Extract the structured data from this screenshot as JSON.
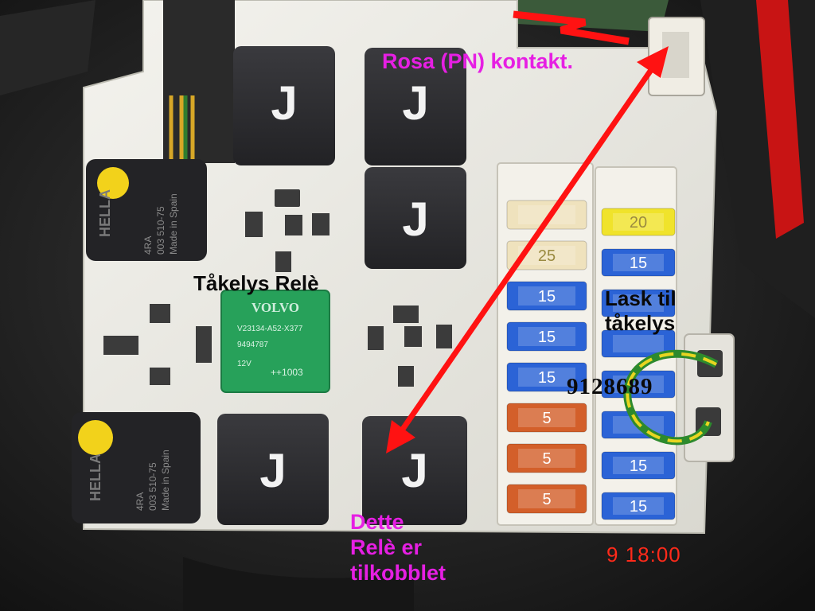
{
  "colors": {
    "magenta_label": "#e61fe3",
    "black_label": "#0a0a0a",
    "timestamp": "#ff2a1a",
    "arrow": "#ff1212",
    "board": "#ecebe4",
    "relay": "#2b2b2e",
    "volvo_relay": "#27a15a",
    "marker_dot": "#f2d21b"
  },
  "labels": {
    "rosa_contact": "Rosa (PN) kontakt.",
    "fog_relay": "Tåkelys Relè",
    "jumper": {
      "line1": "Lask til",
      "line2": "tåkelys"
    },
    "part_number": "9128689",
    "connected_relay": {
      "line1": "Dette",
      "line2": "Relè er",
      "line3": "tilkobblet"
    },
    "timestamp": "9 18:00"
  },
  "relay_prints": {
    "hella": {
      "brand": "HELLA",
      "code": "4RA",
      "number": "003 510-75",
      "origin": "Made in Spain"
    },
    "volvo": {
      "brand": "VOLVO",
      "model": "V23134-A52-X377",
      "number": "9494787",
      "voltage": "12V",
      "mark": "++1003"
    },
    "black_relay_glyph": "J"
  },
  "fuses": {
    "left_column": [
      {
        "rating": "",
        "color": "#efe2bd"
      },
      {
        "rating": "25",
        "color": "#efe2bd"
      },
      {
        "rating": "15",
        "color": "#2b63d6"
      },
      {
        "rating": "15",
        "color": "#2b63d6"
      },
      {
        "rating": "15",
        "color": "#2b63d6"
      },
      {
        "rating": "5",
        "color": "#d35f2a"
      },
      {
        "rating": "5",
        "color": "#d35f2a"
      },
      {
        "rating": "5",
        "color": "#d35f2a"
      }
    ],
    "right_column": [
      {
        "rating": "20",
        "color": "#f0e32b"
      },
      {
        "rating": "15",
        "color": "#2b63d6"
      },
      {
        "rating": "",
        "color": "#2b63d6"
      },
      {
        "rating": "",
        "color": "#2b63d6"
      },
      {
        "rating": "",
        "color": "#2b63d6"
      },
      {
        "rating": "",
        "color": "#2b63d6"
      },
      {
        "rating": "15",
        "color": "#2b63d6"
      },
      {
        "rating": "15",
        "color": "#2b63d6"
      }
    ]
  }
}
